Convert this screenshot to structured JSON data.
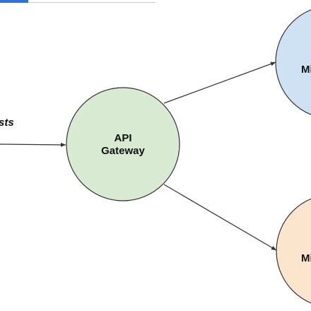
{
  "diagram": {
    "incoming_label": "sts",
    "gateway": {
      "line1": "API",
      "line2": "Gateway",
      "fill": "#d9ead3",
      "stroke": "#333333"
    },
    "service_top": {
      "label": "Mi",
      "fill": "#cfe2f3",
      "stroke": "#333333"
    },
    "service_bottom": {
      "label": "Mi",
      "fill": "#fce5cd",
      "stroke": "#333333"
    },
    "edge_color": "#333333",
    "accent": "#2f6fd6"
  }
}
